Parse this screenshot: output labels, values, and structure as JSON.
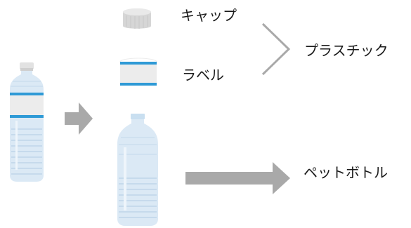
{
  "labels": {
    "cap": "キャップ",
    "label": "ラベル",
    "plastic": "プラスチック",
    "pet_bottle": "ペットボトル"
  },
  "colors": {
    "bottle_body": "#dbe9f5",
    "bottle_ridge": "#b9d2e8",
    "label_band": "#2f9ad6",
    "label_panel": "#ececec",
    "cap": "#d6d6d6",
    "arrow": "#a9a9a9",
    "bracket": "#a9a9a9",
    "text": "#1a1a1a"
  },
  "icons": {
    "full_bottle": "pet-bottle-with-label-icon",
    "cap": "bottle-cap-icon",
    "label": "bottle-label-icon",
    "bare_bottle": "pet-bottle-icon",
    "arrow_separate": "arrow-right-icon",
    "arrow_pet": "arrow-right-icon",
    "bracket": "chevron-right-bracket-icon"
  }
}
